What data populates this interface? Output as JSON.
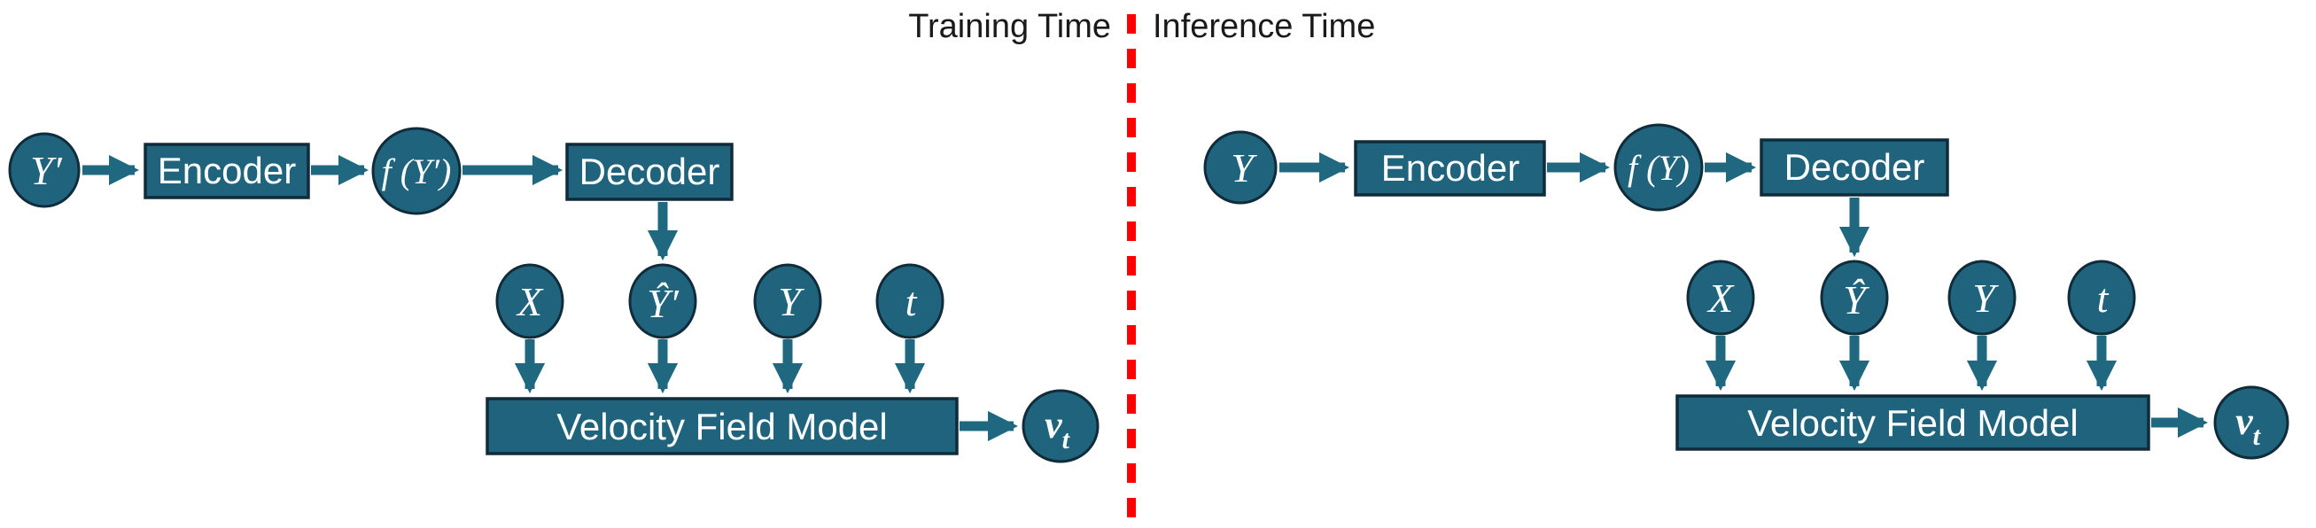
{
  "header": {
    "left_label": "Training Time",
    "right_label": "Inference Time"
  },
  "colors": {
    "node_fill": "#1F637C",
    "node_border": "#102B3A",
    "arrow": "#1F6880",
    "divider": "#FF0000",
    "title_text": "#1A1A1A",
    "node_text": "#FFFFFF"
  },
  "training": {
    "input_node": "Y′",
    "encoder_label": "Encoder",
    "latent_node": "f (Y′)",
    "decoder_label": "Decoder",
    "condition_nodes": [
      "X",
      "Ŷ′",
      "Y",
      "t"
    ],
    "model_label": "Velocity Field Model",
    "output_node": {
      "base": "v",
      "sub": "t"
    }
  },
  "inference": {
    "input_node": "Y",
    "encoder_label": "Encoder",
    "latent_node": "f (Y)",
    "decoder_label": "Decoder",
    "condition_nodes": [
      "X",
      "Ŷ",
      "Y",
      "t"
    ],
    "model_label": "Velocity Field Model",
    "output_node": {
      "base": "v",
      "sub": "t"
    }
  }
}
